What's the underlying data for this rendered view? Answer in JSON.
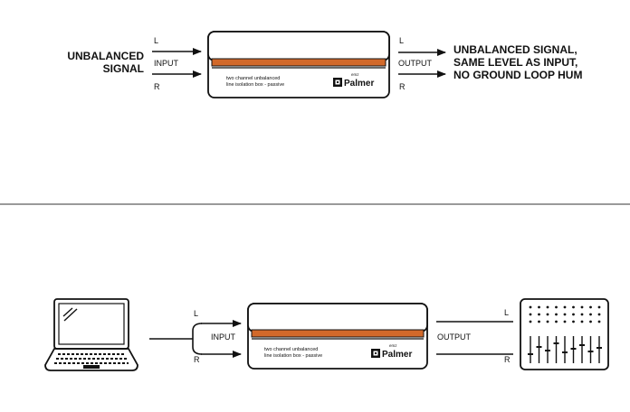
{
  "top": {
    "source_label_line1": "UNBALANCED",
    "source_label_line2": "SIGNAL",
    "in_left": "L",
    "in_right": "R",
    "input_label": "INPUT",
    "out_left": "L",
    "out_right": "R",
    "output_label": "OUTPUT",
    "result_line1": "UNBALANCED SIGNAL,",
    "result_line2": "SAME LEVEL AS INPUT,",
    "result_line3": "NO GROUND LOOP HUM",
    "device_desc_line1": "two channel unbalanced",
    "device_desc_line2": "line isolation box - passive",
    "brand_small": "emz",
    "brand": "Palmer"
  },
  "bottom": {
    "in_left": "L",
    "in_right": "R",
    "input_label": "INPUT",
    "out_left": "L",
    "out_right": "R",
    "output_label": "OUTPUT",
    "device_desc_line1": "two channel unbalanced",
    "device_desc_line2": "line isolation box - passive",
    "brand_small": "emz",
    "brand": "Palmer"
  },
  "icons": {
    "source_device": "laptop-icon",
    "destination_device": "mixing-console-icon",
    "brand_logo": "palmer-logo-icon"
  },
  "colors": {
    "accent_strip": "#d2692a",
    "divider": "#9a9a9a",
    "ink": "#111111"
  }
}
